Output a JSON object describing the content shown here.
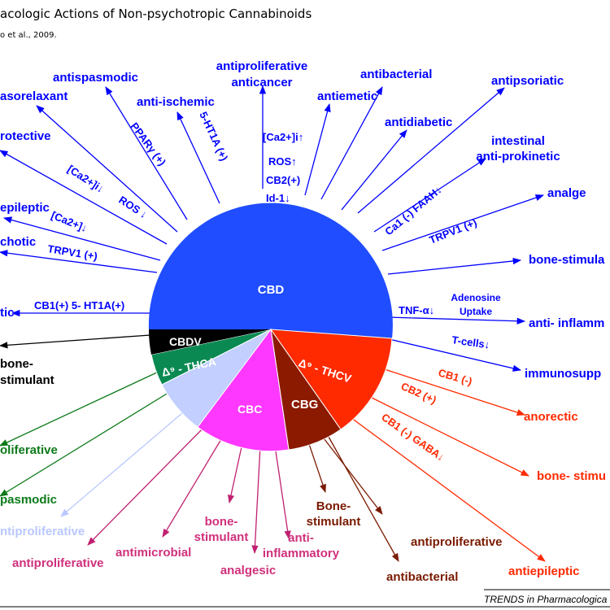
{
  "title": "acologic Actions of Non-psychotropic Cannabinoids",
  "citation": "o et al., 2009.",
  "footer": "TRENDS in Pharmacologica",
  "colors": {
    "cbd": "#0000ff",
    "cbd_fill": "#1f4dff",
    "thcv": "#ff2a00",
    "cbg": "#8b1a00",
    "cbc": "#ff38ff",
    "cbc_label": "#d0307c",
    "thca": "#0d7a1a",
    "thca_fill": "#0a8a52",
    "cbdv": "#000000",
    "light": "#b9c8ff"
  },
  "segments": {
    "cbd": "CBD",
    "cbdv": "CBDV",
    "thca": "Δ⁹ - THCA",
    "thcv": "Δ⁹ - THCV",
    "cbg": "CBG",
    "cbc": "CBC"
  },
  "effects": {
    "antispasmodic": "antispasmodic",
    "vasorelaxant": "asorelaxant",
    "antiproliferative_anticancer_1": "antiproliferative",
    "antiproliferative_anticancer_2": "anticancer",
    "anti_ischemic": "anti-ischemic",
    "antibacterial_top": "antibacterial",
    "antiemetic": "antiemetic",
    "antipsoriatic": "antipsoriatic",
    "protective": "rotective",
    "antidiabetic": "antidiabetic",
    "intestinal_1": "intestinal",
    "intestinal_2": "anti-prokinetic",
    "antiepileptic_left": "epileptic",
    "analgesic_right": "analge",
    "psychotic": "chotic",
    "bone_stim_right": "bone-stimula",
    "anxiolytic": "tic",
    "anti_inflamm_right": "anti- inflamm",
    "immunosupp": "immunosupp",
    "bone_stim_left_1": "bone-",
    "bone_stim_left_2": "stimulant",
    "anorectic": "anorectic",
    "proliferative_left": "oliferative",
    "bone_stim_red": "bone- stimu",
    "spasmodic_left": "pasmodic",
    "antiproliferative_light": "ntiproliferative",
    "antiproliferative_cbc": "antiproliferative",
    "antimicrobial": "antimicrobial",
    "bone_stim_cbc_1": "bone-",
    "bone_stim_cbc_2": "stimulant",
    "analgesic_cbc": "analgesic",
    "anti_inflammatory_1": "anti-",
    "anti_inflammatory_2": "inflammatory",
    "bone_stim_cbg_1": "Bone-",
    "bone_stim_cbg_2": "stimulant",
    "antiproliferative_cbg": "antiproliferative",
    "antibacterial_cbg": "antibacterial",
    "antiepileptic_red": "antiepileptic"
  },
  "mechanisms": {
    "ppar": "PPARγ (+)",
    "ht1a_top": "5-HT1A (+)",
    "ca_top": "[Ca2+]i↑",
    "ros_top": "ROS↑",
    "cb2_top": "CB2(+)",
    "id1": "Id-1↓",
    "ca_left1": "[Ca2+]i↓",
    "ros_left": "ROS ↓",
    "ca_left2": "[Ca2+]↓",
    "trpv1_left": "TRPV1 (+)",
    "cb1_ht1a": "CB1(+) 5- HT1A(+)",
    "ca_faah": "Ca1 (-) FAAH↓",
    "trpv1_right": "TRPV1 (+)",
    "tnf": "TNF-α↓",
    "adenosine_1": "Adenosine",
    "adenosine_2": "Uptake",
    "tcells": "T-cells↓",
    "cb1_red": "CB1 (-)",
    "cb2_red": "CB2 (+)",
    "cb1_gaba": "CB1 (-)  GABA↓"
  }
}
